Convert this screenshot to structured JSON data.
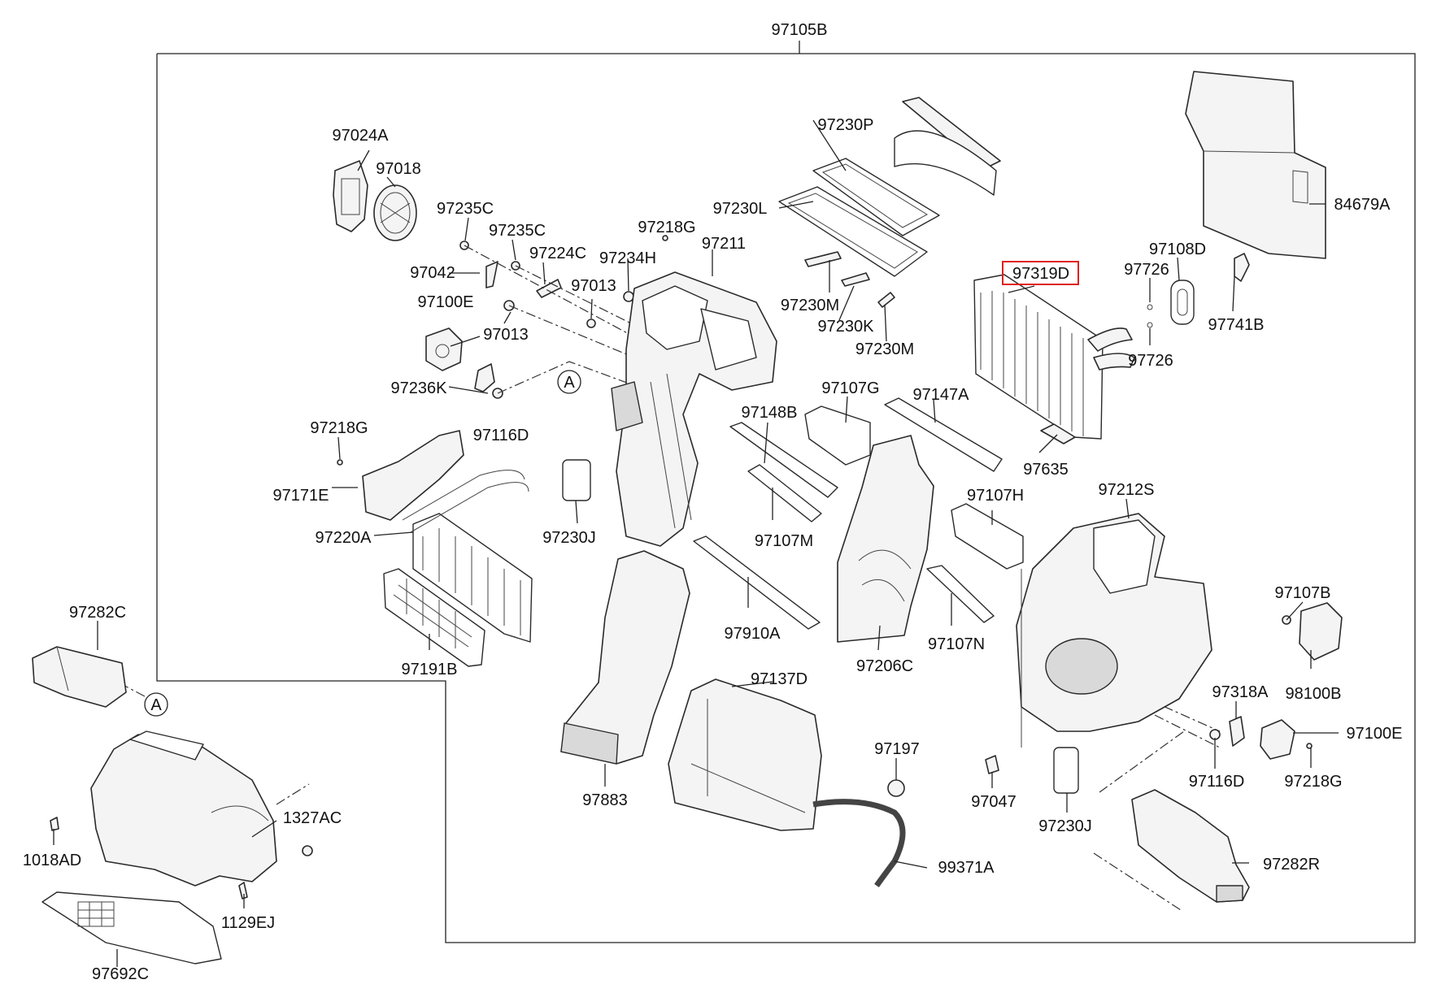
{
  "diagram": {
    "assembly_label": "97105B",
    "highlight_color": "#e02020",
    "highlighted_part": "97319D",
    "callout_letter": "A",
    "labels": {
      "p97105B": "97105B",
      "p97024A": "97024A",
      "p97018": "97018",
      "p97235C_1": "97235C",
      "p97235C_2": "97235C",
      "p97224C": "97224C",
      "p97042": "97042",
      "p97013_1": "97013",
      "p97013_2": "97013",
      "p97100E_1": "97100E",
      "p97236K": "97236K",
      "p97116D_1": "97116D",
      "p97218G_1": "97218G",
      "p97218G_2": "97218G",
      "p97218G_3": "97218G",
      "p97234H": "97234H",
      "p97211": "97211",
      "p97230P": "97230P",
      "p97230L": "97230L",
      "p97230M_1": "97230M",
      "p97230K": "97230K",
      "p97230M_2": "97230M",
      "p97319D": "97319D",
      "p97108D": "97108D",
      "p97726_1": "97726",
      "p97726_2": "97726",
      "p97741B": "97741B",
      "p84679A": "84679A",
      "p97107G": "97107G",
      "p97147A": "97147A",
      "p97148B": "97148B",
      "p97635": "97635",
      "p97171E": "97171E",
      "p97220A": "97220A",
      "p97230J_1": "97230J",
      "p97107M": "97107M",
      "p97107H": "97107H",
      "p97212S": "97212S",
      "p97910A": "97910A",
      "p97206C": "97206C",
      "p97107N": "97107N",
      "p97191B": "97191B",
      "p97282C": "97282C",
      "p97107B": "97107B",
      "p98100B": "98100B",
      "p97137D": "97137D",
      "p97318A": "97318A",
      "p97100E_2": "97100E",
      "p97116D_2": "97116D",
      "p97197": "97197",
      "p97883": "97883",
      "p97047": "97047",
      "p97230J_2": "97230J",
      "p1327AC": "1327AC",
      "p1018AD": "1018AD",
      "p1129EJ": "1129EJ",
      "p99371A": "99371A",
      "p97282R": "97282R",
      "p97692C": "97692C"
    }
  }
}
